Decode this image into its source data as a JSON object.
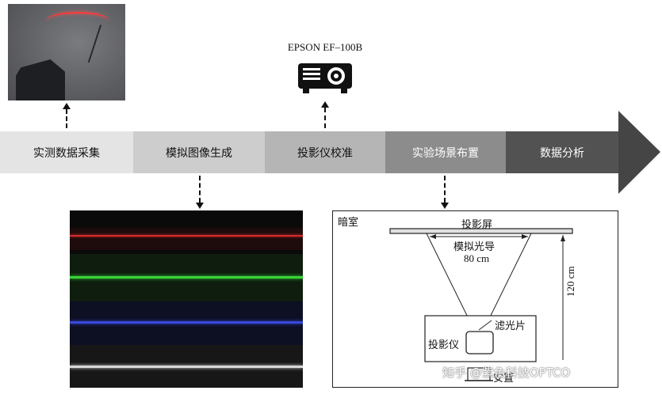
{
  "projector": {
    "label": "EPSON EF–100B",
    "icon": "projector-icon"
  },
  "timeline": {
    "stages": [
      {
        "label": "实测数据采集",
        "color": "#e4e4e4",
        "text_color": "#111111"
      },
      {
        "label": "模拟图像生成",
        "color": "#cdcdcd",
        "text_color": "#111111"
      },
      {
        "label": "投影仪校准",
        "color": "#b5b5b5",
        "text_color": "#111111"
      },
      {
        "label": "实验场景布置",
        "color": "#8c8c8c",
        "text_color": "#ffffff"
      },
      {
        "label": "数据分析",
        "color": "#525252",
        "text_color": "#ffffff"
      }
    ],
    "arrow_color": "#454545"
  },
  "generated_image": {
    "bands": [
      {
        "color": "#d42a2a",
        "name": "red-band"
      },
      {
        "color": "#36d436",
        "name": "green-band"
      },
      {
        "color": "#3848d8",
        "name": "blue-band"
      },
      {
        "color": "#d8d8d8",
        "name": "white-band"
      }
    ]
  },
  "darkroom": {
    "title": "暗室",
    "screen_label": "投影屏",
    "lightguide_label": "模拟光导",
    "width_label": "80 cm",
    "height_label": "120 cm",
    "filter_label": "滤光片",
    "projector_label": "投影仪",
    "bottom_label": "安置"
  },
  "watermark": "知乎 @紫色科技OPTCO"
}
